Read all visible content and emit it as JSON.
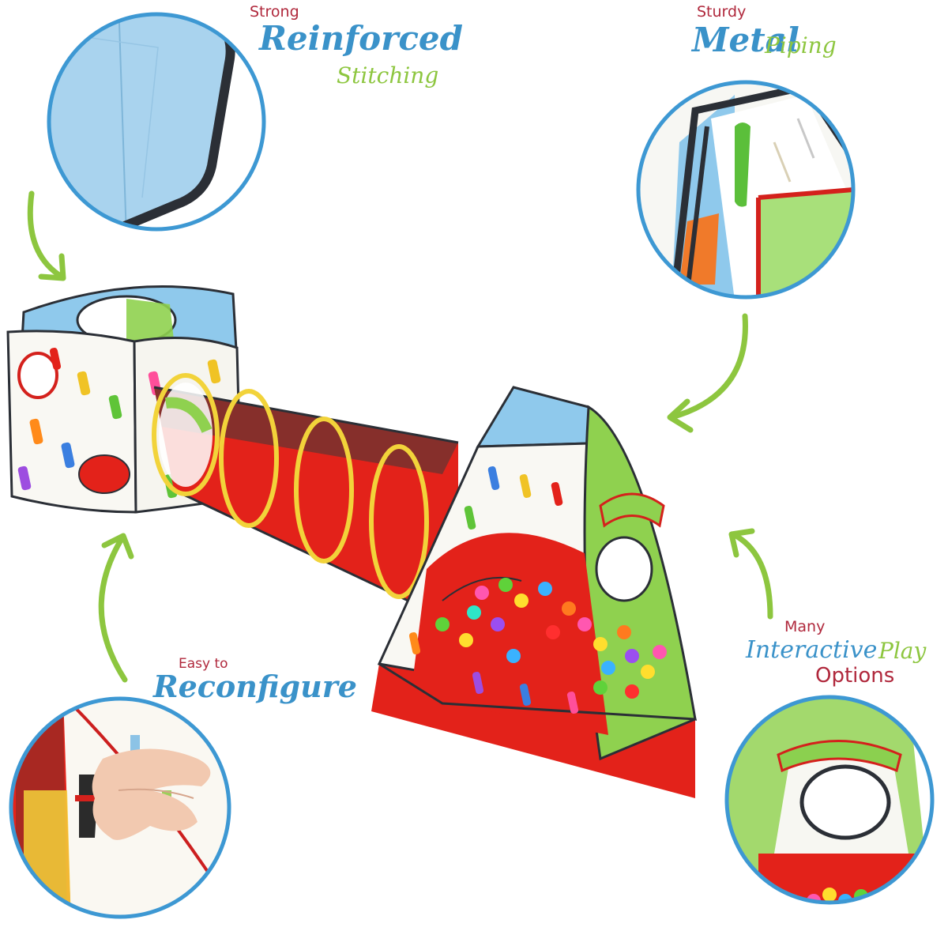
{
  "callouts": {
    "stitching": {
      "line1": "Strong",
      "line2": "Reinforced",
      "line3": "Stitching"
    },
    "piping": {
      "line1": "Sturdy",
      "line2": "Metal",
      "line3": "Piping"
    },
    "reconfigure": {
      "line1": "Easy to",
      "line2": "Reconfigure"
    },
    "interactive": {
      "line1": "Many",
      "line2": "Interactive",
      "line3": "Play",
      "line4": "Options"
    }
  },
  "colors": {
    "circle_border": "#3d98d3",
    "arrow": "#8dc63f",
    "tent_red": "#e32119",
    "tent_green": "#8fd14f",
    "tent_blue": "#8ec6ea",
    "tunnel_ring": "#f2d33a"
  }
}
